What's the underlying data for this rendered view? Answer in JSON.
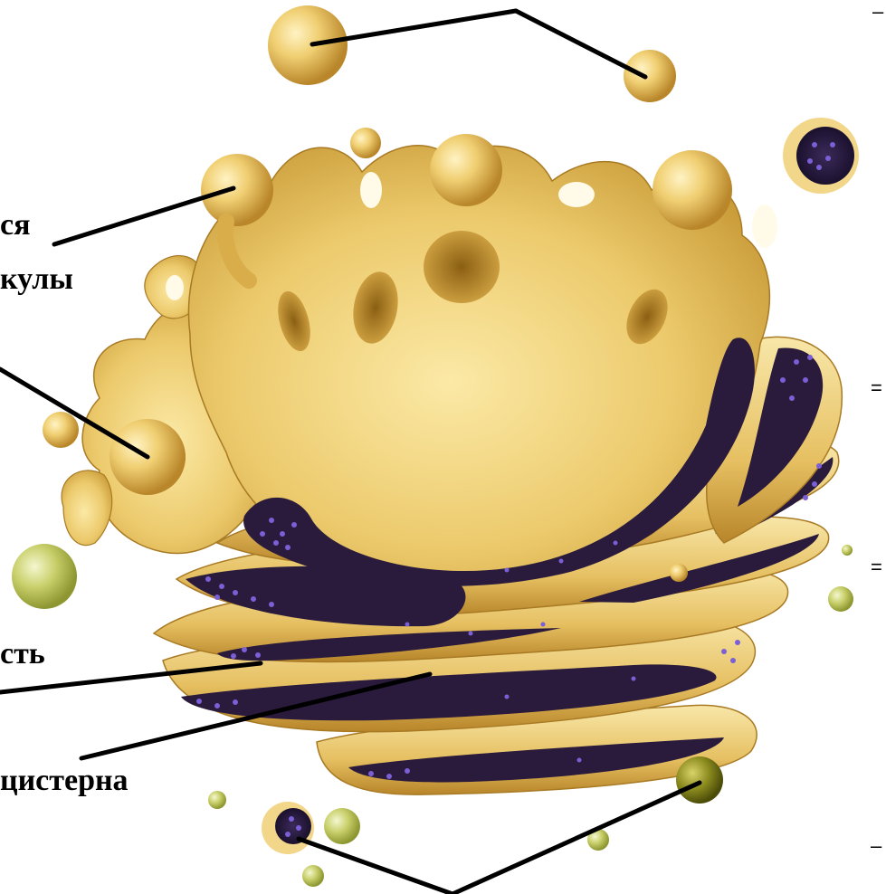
{
  "labels": {
    "vesicles_line1": "ся",
    "vesicles_line2": "кулы",
    "cavity": "сть",
    "cisterna": "цистерна"
  },
  "edge_marks": [
    "–",
    "=",
    "=",
    "–"
  ],
  "colors": {
    "membrane_light": "#f6e3a0",
    "membrane_mid": "#e8c76a",
    "membrane_dark": "#c9982e",
    "lumen": "#2a1b3d",
    "lumen_granule": "#7b5fd6",
    "green_vesicle": "#c8cf6a",
    "olive_vesicle": "#8a8a1e",
    "leader_line": "#000000"
  }
}
